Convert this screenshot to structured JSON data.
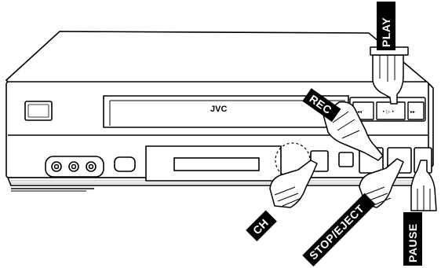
{
  "device": {
    "brand": "JVC"
  },
  "labels": {
    "play": "PLAY",
    "rec": "REC",
    "ch": "CH",
    "stop_eject": "STOP/EJECT",
    "pause": "PAUSE"
  },
  "button_glyphs": {
    "rewind": "◂◂",
    "play": "• ▷ •",
    "ffwd": "▸▸"
  },
  "colors": {
    "label_bg": "#000000",
    "label_text": "#ffffff",
    "device_line": "#000000",
    "device_fill": "#ffffff",
    "hatch": "#9a9a9a"
  }
}
